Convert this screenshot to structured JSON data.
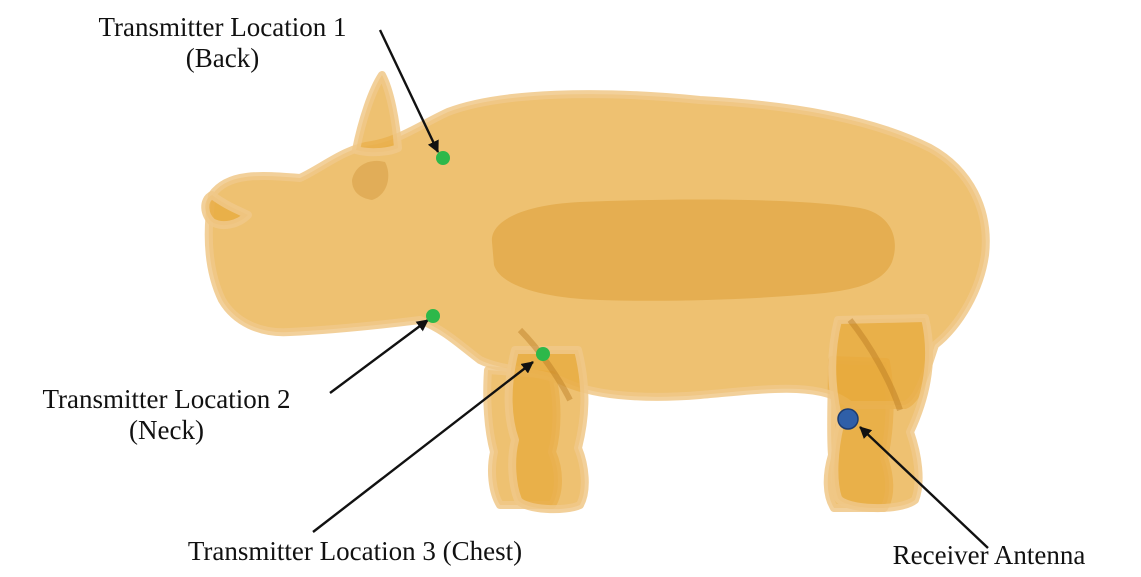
{
  "colors": {
    "body_fill": "#e8a93a",
    "body_outer": "#f0c888",
    "body_stroke": "#c98a2c",
    "organ_fill": "#d9962a",
    "transmitter_marker": "#2db84a",
    "receiver_marker": "#2f5fa8",
    "arrow": "#111111"
  },
  "labels": {
    "tx1_line1": "Transmitter Location 1",
    "tx1_line2": "(Back)",
    "tx2_line1": "Transmitter Location 2",
    "tx2_line2": "(Neck)",
    "tx3": "Transmitter Location 3 (Chest)",
    "rx": "Receiver Antenna"
  }
}
